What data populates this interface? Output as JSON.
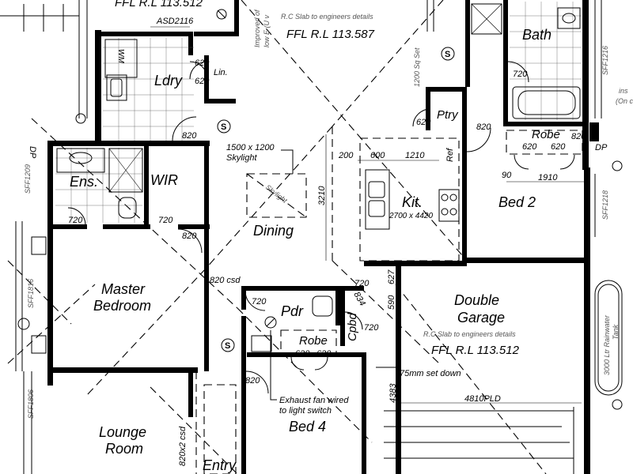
{
  "rooms": {
    "ldry": "Ldry",
    "lin": "Lin.",
    "wm": "WM",
    "ens": "Ens.",
    "wir": "WIR",
    "dining": "Dining",
    "skylight": "1500 x 1200",
    "skylight_word": "Skylight",
    "skylight_diag": "Skylight",
    "master": "Master",
    "bedroom": "Bedroom",
    "lounge": "Lounge",
    "lounge_room": "Room",
    "entry": "Entry",
    "bed4": "Bed 4",
    "pdr": "Pdr",
    "robe_mid": "Robe",
    "cpbd": "Cpbd",
    "kit": "Kit.",
    "kit_size": "2700 x 4420",
    "ptry": "Ptry",
    "bath": "Bath",
    "robe_bed2": "Robe",
    "bed2": "Bed 2",
    "garage": "Double",
    "garage2": "Garage",
    "ref": "Ref"
  },
  "levels": {
    "ffl_top_left": "FFL R.L 113.512",
    "ffl_center": "FFL R.L 113.587",
    "ffl_garage": "FFL R.L 113.512",
    "slab_note_center": "R.C Slab to engineers details",
    "slab_note_garage": "R.C Slab to engineers details",
    "improved_note_1": "Improved of",
    "improved_note_2": "low E (U v"
  },
  "dimensions": {
    "asd": "ASD2116",
    "d620_a": "620",
    "d620_b": "620",
    "d820_ldry": "820",
    "d720_ens": "720",
    "d720_wir": "720",
    "d820_wir": "820",
    "d3210": "3210",
    "d200": "200",
    "d600": "600",
    "d1210": "1210",
    "d620_ptry": "620",
    "d820_ptry": "820",
    "d720_bath": "720",
    "d620_robe2a": "620",
    "d620_robe2b": "620",
    "d820_robe2": "820",
    "d90": "90",
    "d1910": "1910",
    "d1200sq": "1200 Sq Set",
    "d820csd": "820 csd",
    "d720_pdr": "720",
    "d720_cp": "720",
    "d834": "834",
    "d590": "590",
    "d627": "627",
    "d720_cpbd": "720",
    "d620_robe_a": "620",
    "d620_robe_b": "620",
    "d820_bed4": "820",
    "d820x2": "820x2 csd",
    "d4383": "4383",
    "d4810": "4810PLD",
    "setdown": "75mm set down",
    "sff1209": "SFF1209",
    "sff1816": "SFF1816",
    "sff1806": "SFF1806",
    "sff1216": "SFF1216",
    "sff1218": "SFF1218"
  },
  "labels": {
    "exhaust_1": "Exhaust fan wired",
    "exhaust_2": "to light switch",
    "tank_1": "3000 Ltr Rainwater",
    "tank_2": "Tank",
    "dp_left": "DP",
    "dp_right": "DP",
    "ins_1": "ins",
    "ins_2": "(On c",
    "smoke": "S"
  }
}
